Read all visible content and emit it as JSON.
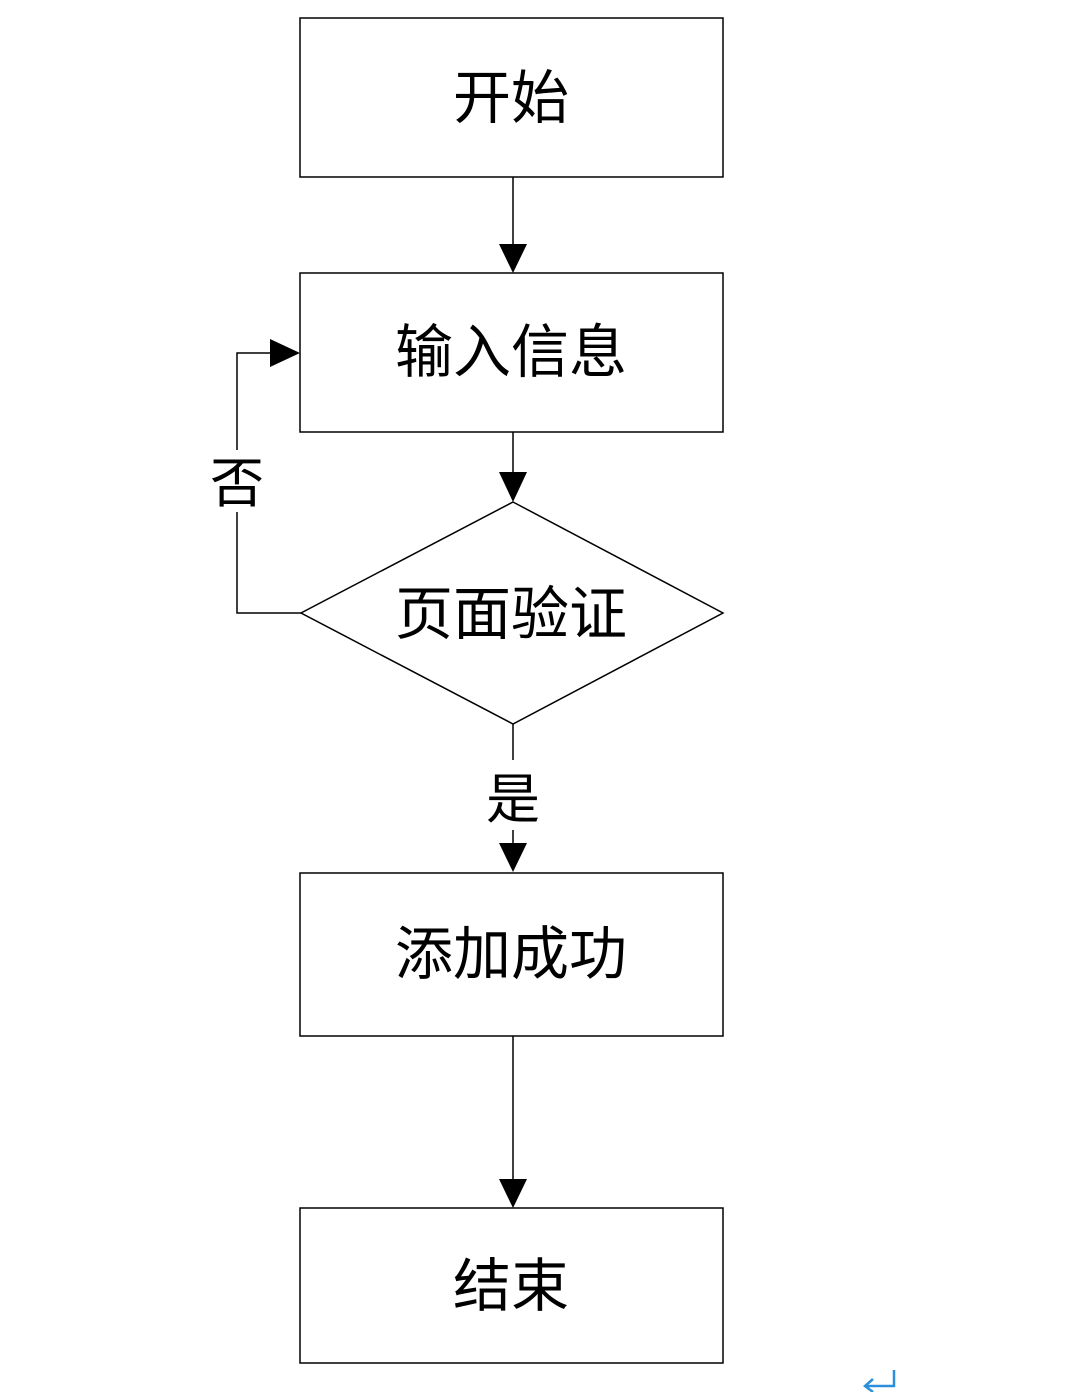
{
  "nodes": {
    "start": {
      "label": "开始",
      "shape": "rectangle"
    },
    "input": {
      "label": "输入信息",
      "shape": "rectangle"
    },
    "validate": {
      "label": "页面验证",
      "shape": "diamond"
    },
    "success": {
      "label": "添加成功",
      "shape": "rectangle"
    },
    "end": {
      "label": "结束",
      "shape": "rectangle"
    }
  },
  "edges": {
    "no_label": "否",
    "yes_label": "是"
  },
  "colors": {
    "stroke": "#000000",
    "background": "#ffffff",
    "paragraph_mark": "#2b90d9"
  },
  "icons": {
    "paragraph_mark": "return-arrow-icon"
  }
}
